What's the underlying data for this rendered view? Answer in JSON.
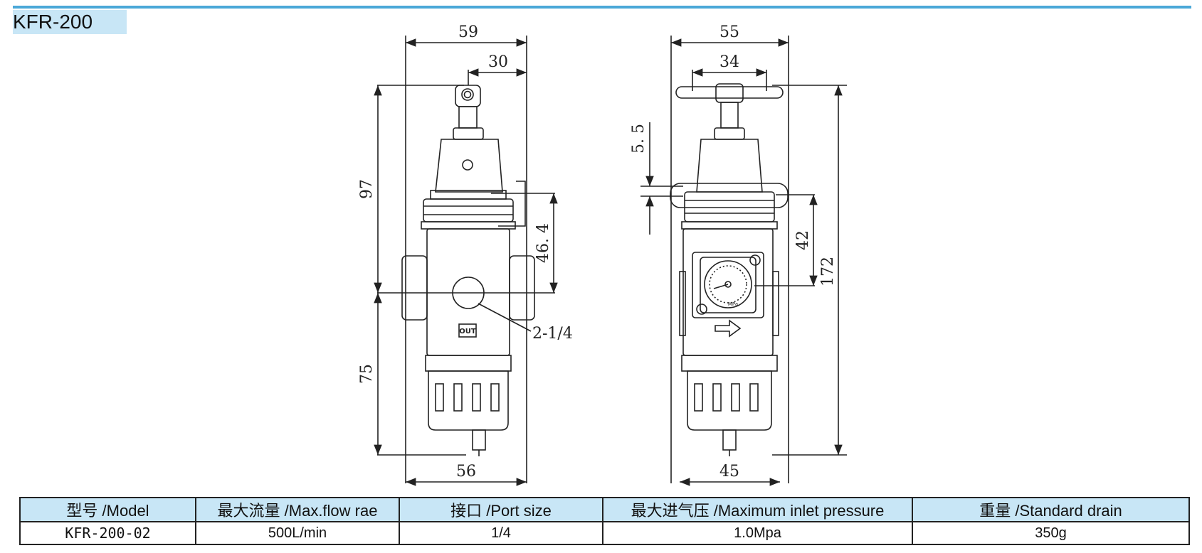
{
  "header": {
    "model_title": "KFR-200"
  },
  "drawing": {
    "left_view": {
      "dim_top_width": "59",
      "dim_top_half": "30",
      "dim_upper_height": "97",
      "dim_mid_height": "46. 4",
      "dim_lower_height": "75",
      "dim_bottom_width": "56",
      "port_label": "2-1/4",
      "out_badge": "OUT"
    },
    "right_view": {
      "dim_top_width": "55",
      "dim_knob_width": "34",
      "dim_bracket": "5. 5",
      "dim_gauge_height": "42",
      "dim_total_height": "172",
      "dim_bottom_width": "45",
      "gauge_unit": "MPa"
    }
  },
  "spec_table": {
    "headers": [
      "型号 /Model",
      "最大流量 /Max.flow rae",
      "接口 /Port size",
      "最大进气压 /Maximum inlet pressure",
      "重量 /Standard drain"
    ],
    "rows": [
      [
        "KFR-200-02",
        "500L/min",
        "1/4",
        "1.0Mpa",
        "350g"
      ]
    ]
  },
  "colors": {
    "accent_rule": "#4aa8d8",
    "header_fill": "#c8e6f6"
  }
}
